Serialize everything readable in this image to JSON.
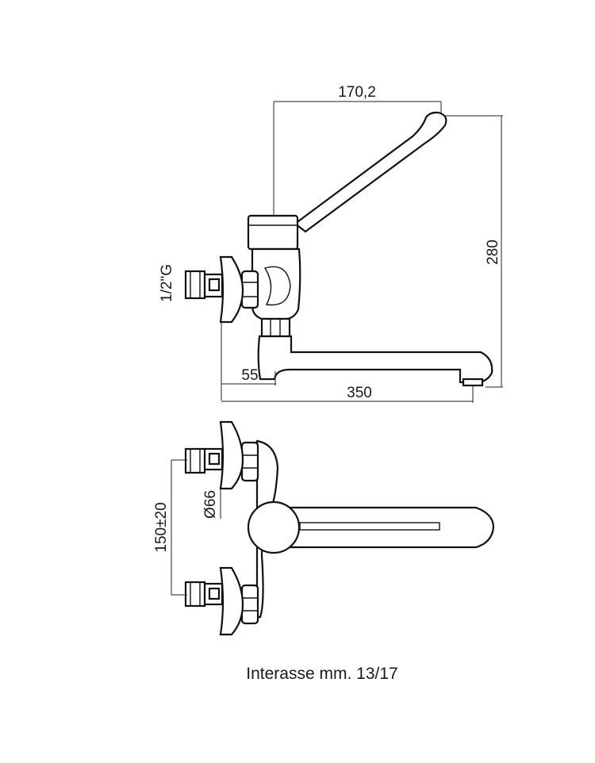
{
  "dimensions": {
    "handle_reach": "170,2",
    "height": "280",
    "thread": "1/2\"G",
    "wall_offset": "55",
    "spout_length": "350",
    "cover_diameter": "Ø66",
    "center_distance": "150±20"
  },
  "caption": "Interasse mm. 13/17"
}
